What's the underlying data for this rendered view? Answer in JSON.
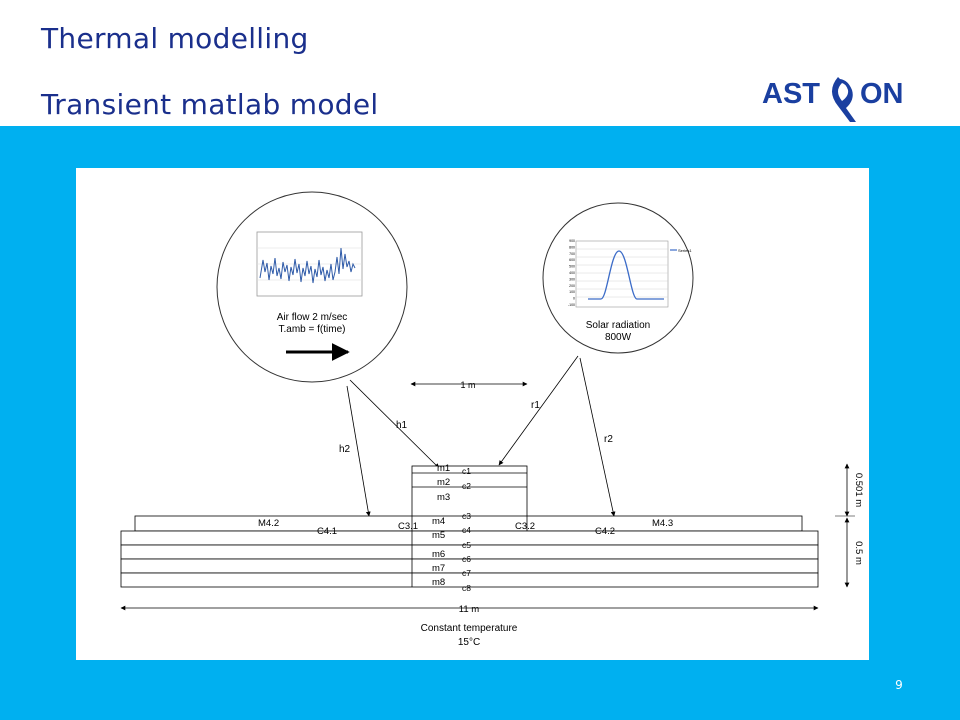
{
  "slide": {
    "title": "Thermal modelling",
    "subtitle": "Transient matlab model",
    "page_number": "9",
    "logo_text": "ASTRON",
    "colors": {
      "title": "#1a2f8c",
      "band": "#00b0f0",
      "logo": "#1a3fa0"
    }
  },
  "diagram": {
    "air_label_1": "Air flow 2 m/sec",
    "air_label_2": "T.amb = f(time)",
    "solar_label_1": "Solar radiation",
    "solar_label_2": "800W",
    "solar_legend": "Series1",
    "solar_yticks": [
      "900",
      "800",
      "700",
      "600",
      "500",
      "400",
      "300",
      "200",
      "100",
      "0",
      "-100"
    ],
    "dim_1m": "1 m",
    "dim_11m": "11 m",
    "dim_0501": "0.501 m",
    "dim_05": "0.5 m",
    "h1": "h1",
    "h2": "h2",
    "r1": "r1",
    "r2": "r2",
    "m1": "m1",
    "m2": "m2",
    "m3": "m3",
    "m4": "m4",
    "m5": "m5",
    "m6": "m6",
    "m7": "m7",
    "m8": "m8",
    "c1": "c1",
    "c2": "c2",
    "c3": "c3",
    "c4": "c4",
    "c5": "c5",
    "c6": "c6",
    "c7": "c7",
    "c8": "c8",
    "M42": "M4.2",
    "M43": "M4.3",
    "C41": "C4.1",
    "C42": "C4.2",
    "C31": "C3.1",
    "C32": "C3.2",
    "bottom_1": "Constant temperature",
    "bottom_2": "15°C"
  }
}
